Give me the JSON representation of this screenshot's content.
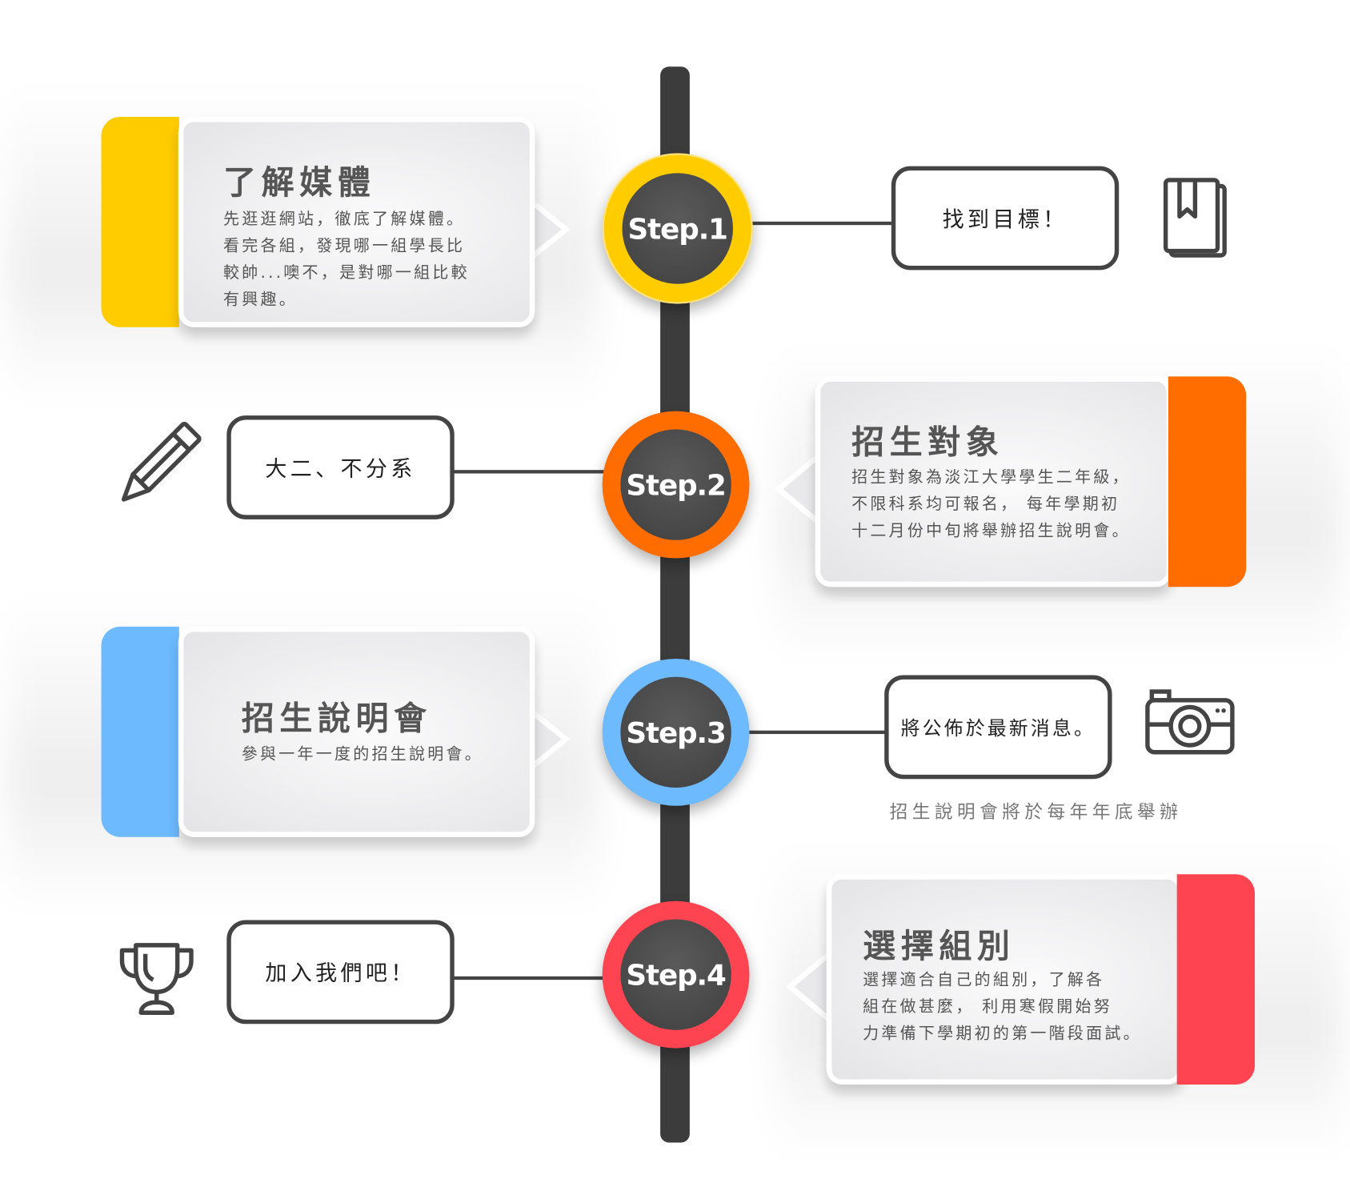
{
  "timeline": {
    "steps": [
      {
        "label": "Step.1",
        "color": "#FFCC00",
        "card_title": "了解媒體",
        "card_text": "先逛逛網站，徹底了解媒體。\n看完各組，發現哪一組學長比\n較帥...噢不，是對哪一組比較\n有興趣。",
        "note": "找到目標！",
        "icon": "book-icon"
      },
      {
        "label": "Step.2",
        "color": "#FF6D00",
        "card_title": "招生對象",
        "card_text": "招生對象為淡江大學學生二年級，\n不限科系均可報名， 每年學期初\n十二月份中旬將舉辦招生說明會。",
        "note": "大二、不分系",
        "icon": "pencil-icon"
      },
      {
        "label": "Step.3",
        "color": "#6DBAFF",
        "card_title": "招生說明會",
        "card_text": "參與一年一度的招生說明會。",
        "note": "將公佈於最新消息。",
        "caption": "招生說明會將於每年年底舉辦",
        "icon": "camera-icon"
      },
      {
        "label": "Step.4",
        "color": "#FF4451",
        "card_title": "選擇組別",
        "card_text": "選擇適合自己的組別，了解各\n組在做甚麼， 利用寒假開始努\n力準備下學期初的第一階段面試。",
        "note": "加入我們吧！",
        "icon": "trophy-icon"
      }
    ]
  }
}
